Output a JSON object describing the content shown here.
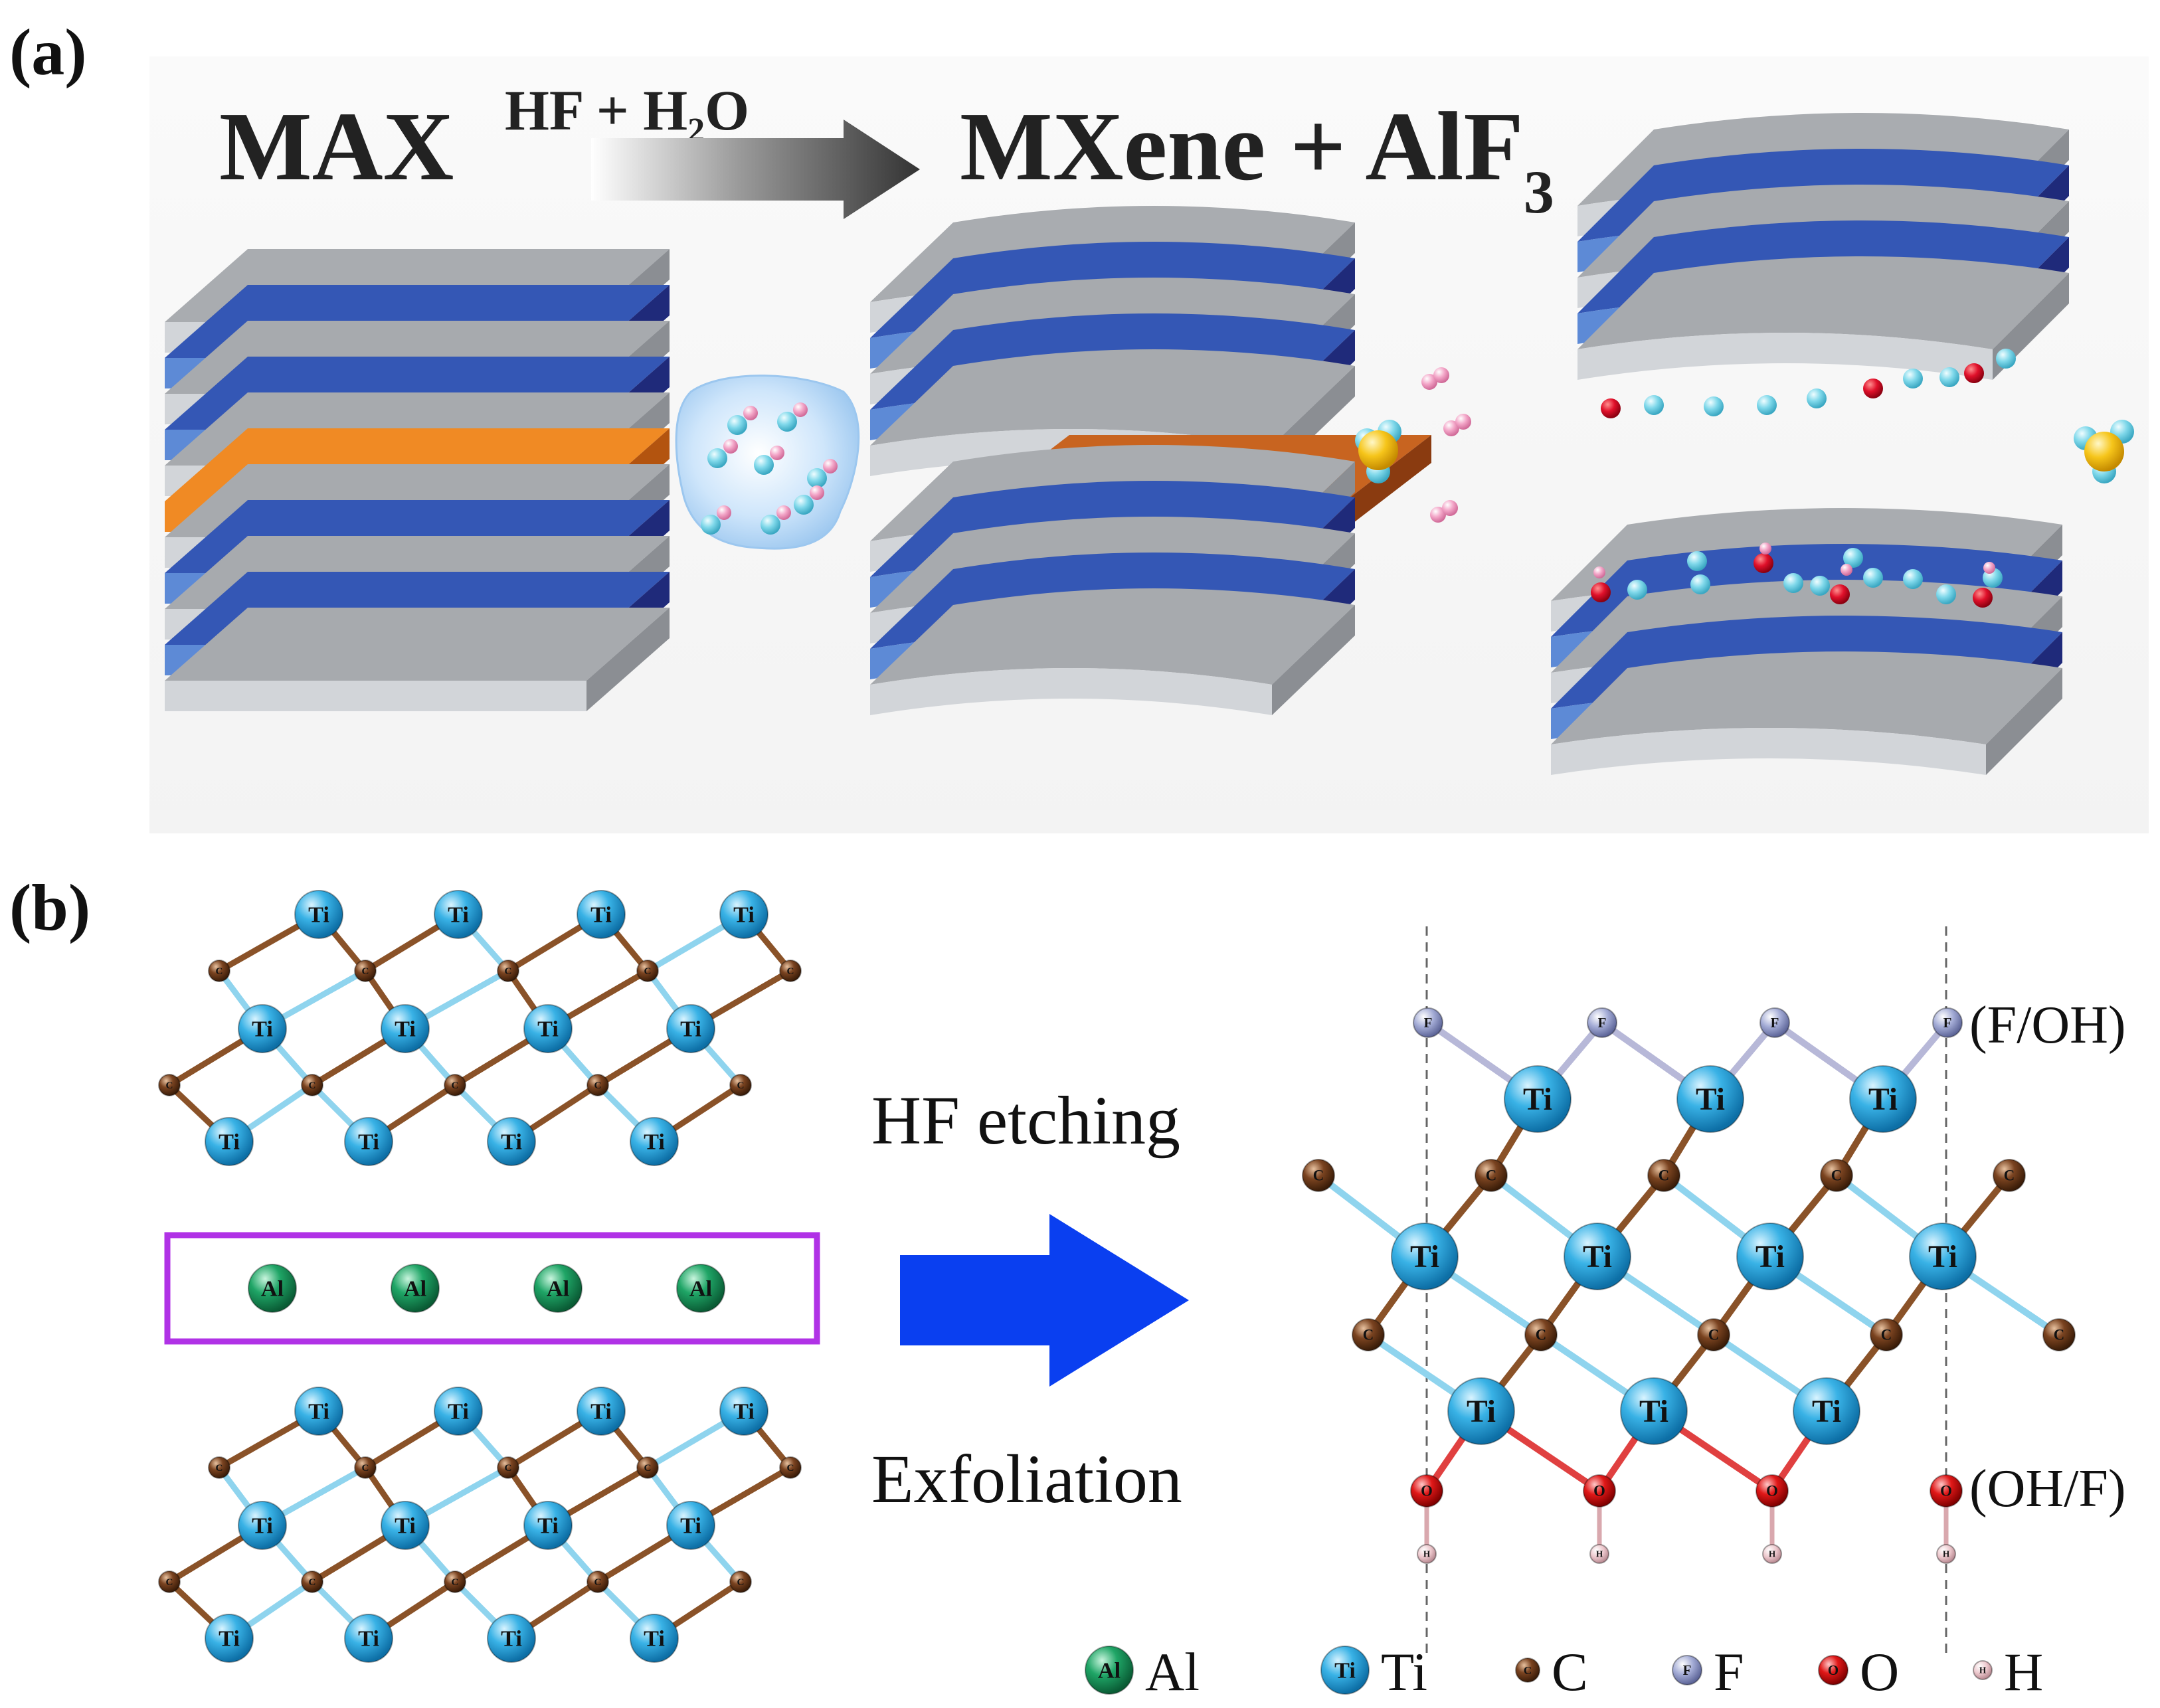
{
  "panel_a": {
    "label": "(a)",
    "reactant": "MAX",
    "reagent_main": "HF + H",
    "reagent_sub": "2",
    "reagent_tail": "O",
    "product_main": "MXene + AlF",
    "product_sub": "3"
  },
  "panel_b": {
    "label": "(b)",
    "step_top": "HF etching",
    "step_bottom": "Exfoliation",
    "group_top": "(F/OH)",
    "group_bottom": "(OH/F)"
  },
  "atoms": {
    "ti": "Ti",
    "al": "Al",
    "c": "C",
    "f": "F",
    "o": "O",
    "h": "H"
  },
  "legend": [
    {
      "symbol": "Al",
      "name": "Al",
      "color": "#1fa566"
    },
    {
      "symbol": "Ti",
      "name": "Ti",
      "color": "#2aa6d8"
    },
    {
      "symbol": "C",
      "name": "C",
      "color": "#7a4320"
    },
    {
      "symbol": "F",
      "name": "F",
      "color": "#9aa3cf"
    },
    {
      "symbol": "O",
      "name": "O",
      "color": "#e01818"
    },
    {
      "symbol": "H",
      "name": "H",
      "color": "#e8bfc4"
    }
  ],
  "colors": {
    "gray_layer": "#c9ccd1",
    "blue_layer": "#4f7fd2",
    "navy_side": "#1f2a7a",
    "al_layer": "#f08a24",
    "arrow_blue": "#0a3ff0",
    "frame_purple": "#b032e6"
  }
}
